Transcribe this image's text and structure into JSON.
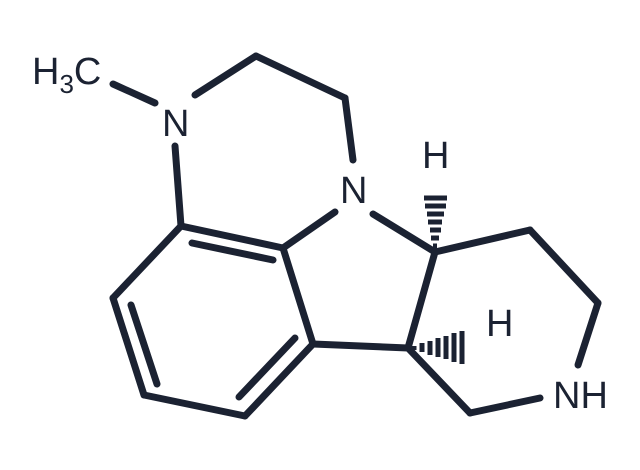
{
  "molecule": {
    "atoms": {
      "methyl_h": "H",
      "methyl_sub": "3",
      "methyl_c": "C",
      "n_methyl": "N",
      "n_indoline": "N",
      "h_top": "H",
      "h_bottom": "H",
      "nh": "NH"
    },
    "colors": {
      "ink": "#1b2232",
      "background": "#ffffff"
    }
  }
}
